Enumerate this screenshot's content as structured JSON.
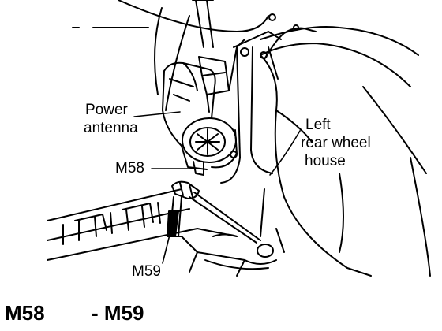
{
  "labels": {
    "power_antenna_line1": "Power",
    "power_antenna_line2": "antenna",
    "left_line1": "Left",
    "left_line2": "rear wheel",
    "left_line3": "house",
    "m58": "M58",
    "m59": "M59"
  },
  "caption": {
    "left": "M58",
    "right": "- M59"
  },
  "colors": {
    "ink": "#000000",
    "paper": "#ffffff"
  }
}
